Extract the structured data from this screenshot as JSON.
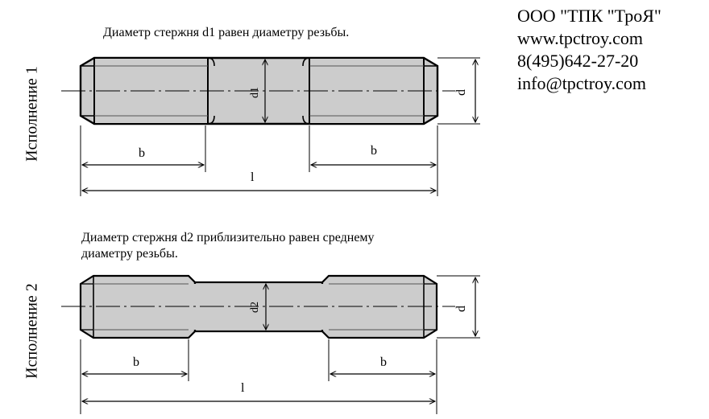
{
  "company": {
    "name": "ООО \"ТПК \"ТроЯ\"",
    "website": "www.tpctroy.com",
    "phone": "8(495)642-27-20",
    "email": "info@tpctroy.com"
  },
  "variant1": {
    "label": "Исполнение 1",
    "caption": "Диаметр стержня d1 равен диаметру резьбы.",
    "dim_b_left": "b",
    "dim_b_right": "b",
    "dim_l": "l",
    "dim_d": "d",
    "dim_d1": "d1"
  },
  "variant2": {
    "label": "Исполнение 2",
    "caption_line1": "Диаметр стержня d2 приблизительно равен среднему",
    "caption_line2": "диаметру резьбы.",
    "dim_b_left": "b",
    "dim_b_right": "b",
    "dim_l": "l",
    "dim_d": "d",
    "dim_d2": "d2"
  },
  "colors": {
    "fill": "#cccccc",
    "line": "#000000",
    "background": "#ffffff"
  }
}
